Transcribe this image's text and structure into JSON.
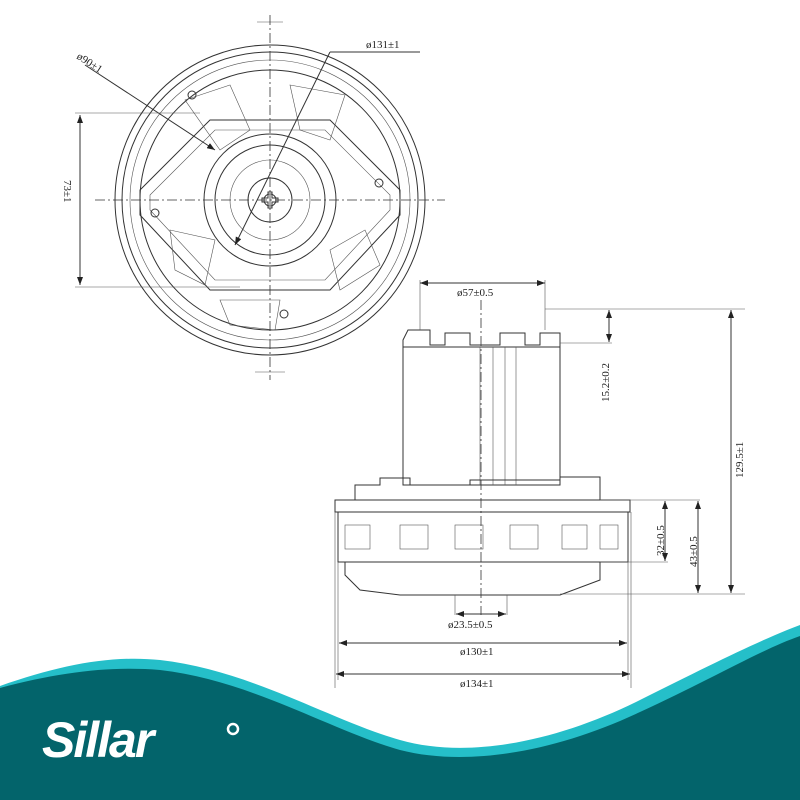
{
  "drawing": {
    "top_view": {
      "outer_diameter": "ø131±1",
      "inner_diameter": "ø90±1",
      "mount_spacing": "73±1"
    },
    "side_view": {
      "top_diameter": "ø57±0.5",
      "top_height": "15.2±0.2",
      "total_height": "129.5±1",
      "flange_height_1": "32±0.5",
      "flange_height_2": "43±0.5",
      "shaft_diameter": "ø23.5±0.5",
      "body_diameter": "ø130±1",
      "max_diameter": "ø134±1"
    }
  },
  "brand": {
    "name": "Sillar"
  },
  "colors": {
    "band_light": "#25bfc9",
    "band_dark": "#03646b"
  }
}
